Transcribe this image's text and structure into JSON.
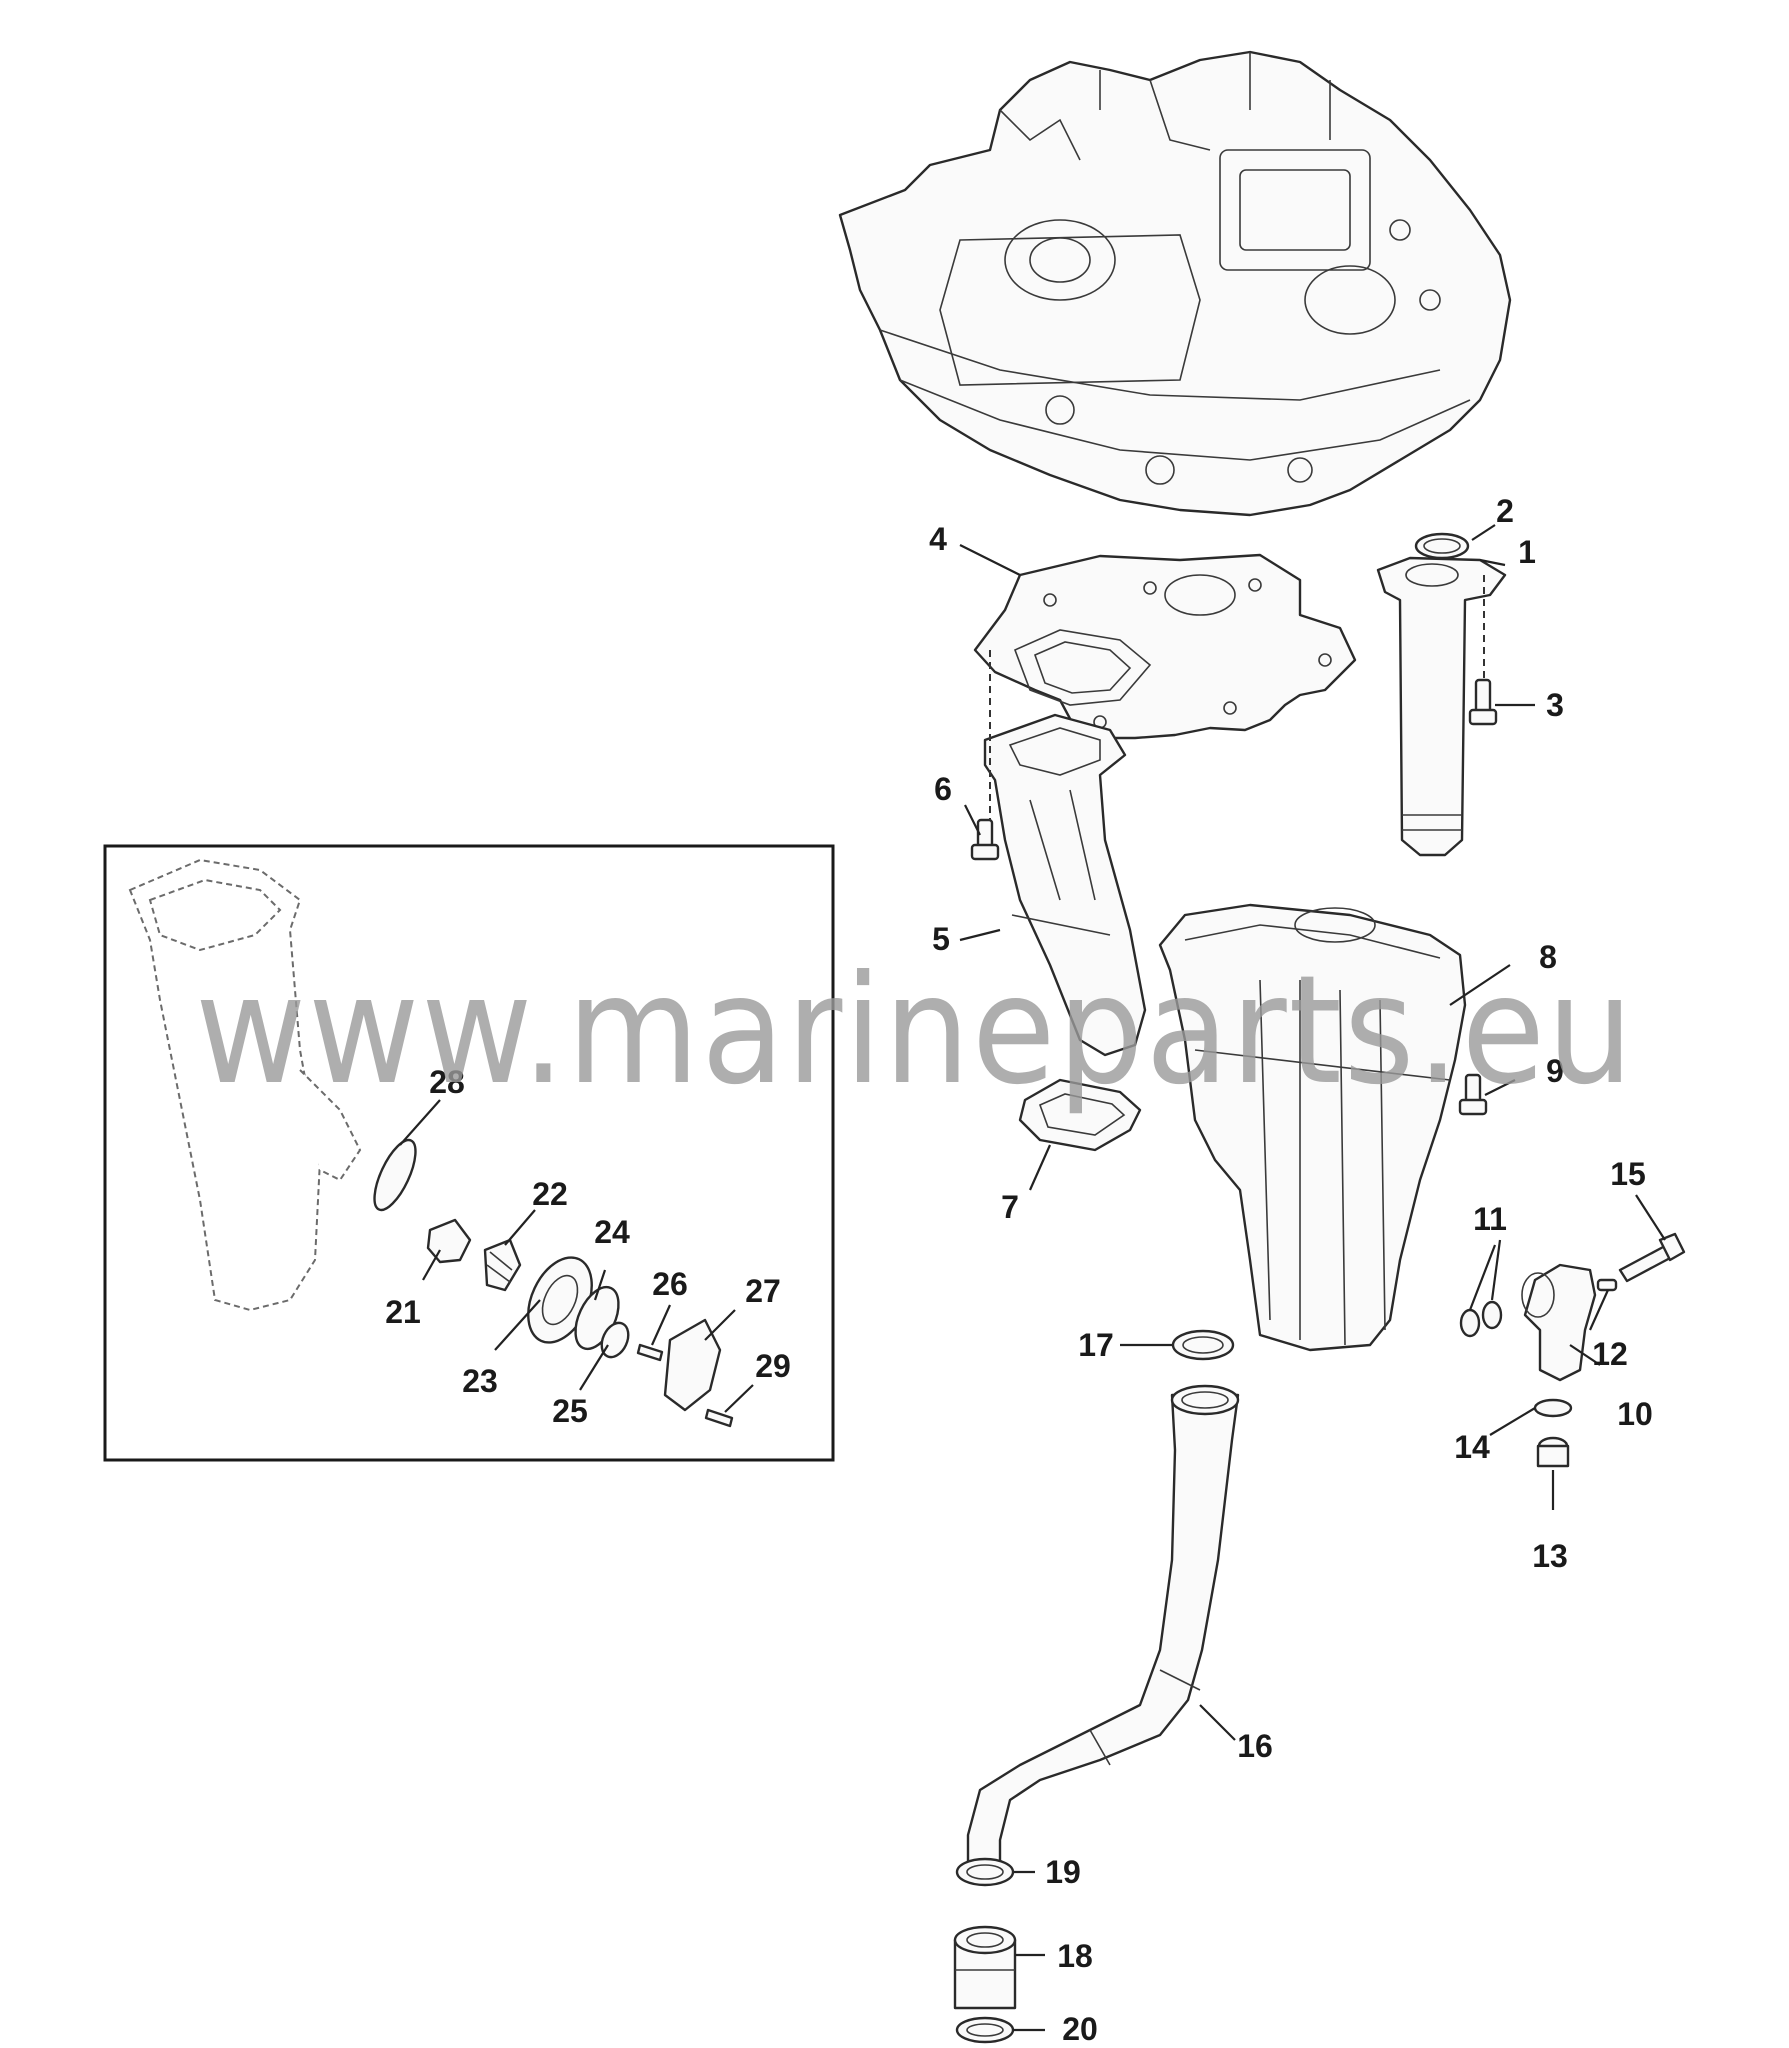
{
  "diagram": {
    "watermark": "www.marineparts.eu",
    "callouts": [
      "1",
      "2",
      "3",
      "4",
      "5",
      "6",
      "7",
      "8",
      "9",
      "10",
      "11",
      "12",
      "13",
      "14",
      "15",
      "16",
      "17",
      "18",
      "19",
      "20",
      "21",
      "22",
      "23",
      "24",
      "25",
      "26",
      "27",
      "28",
      "29"
    ]
  }
}
